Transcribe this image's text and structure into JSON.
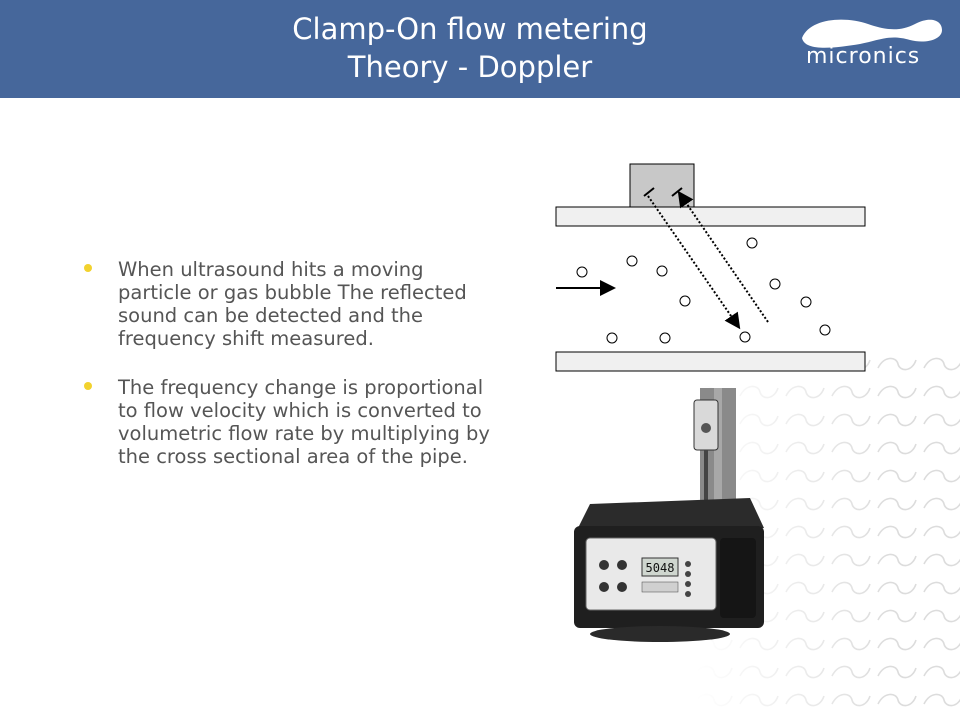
{
  "header": {
    "title_line1": "Clamp-On flow metering",
    "title_line2": "Theory - Doppler",
    "logo_text": "micronics"
  },
  "bullets": [
    {
      "text": "When ultrasound hits a moving particle or gas bubble The reflected sound can be detected and the frequency shift measured."
    },
    {
      "text": "The frequency change is proportional to flow velocity which is converted to volumetric flow rate by multiplying by the cross sectional area of the pipe."
    }
  ],
  "device": {
    "display_value": "5048"
  },
  "colors": {
    "header_bg": "#46679b",
    "bullet_dot": "#f2d22e",
    "body_text": "#555555"
  }
}
